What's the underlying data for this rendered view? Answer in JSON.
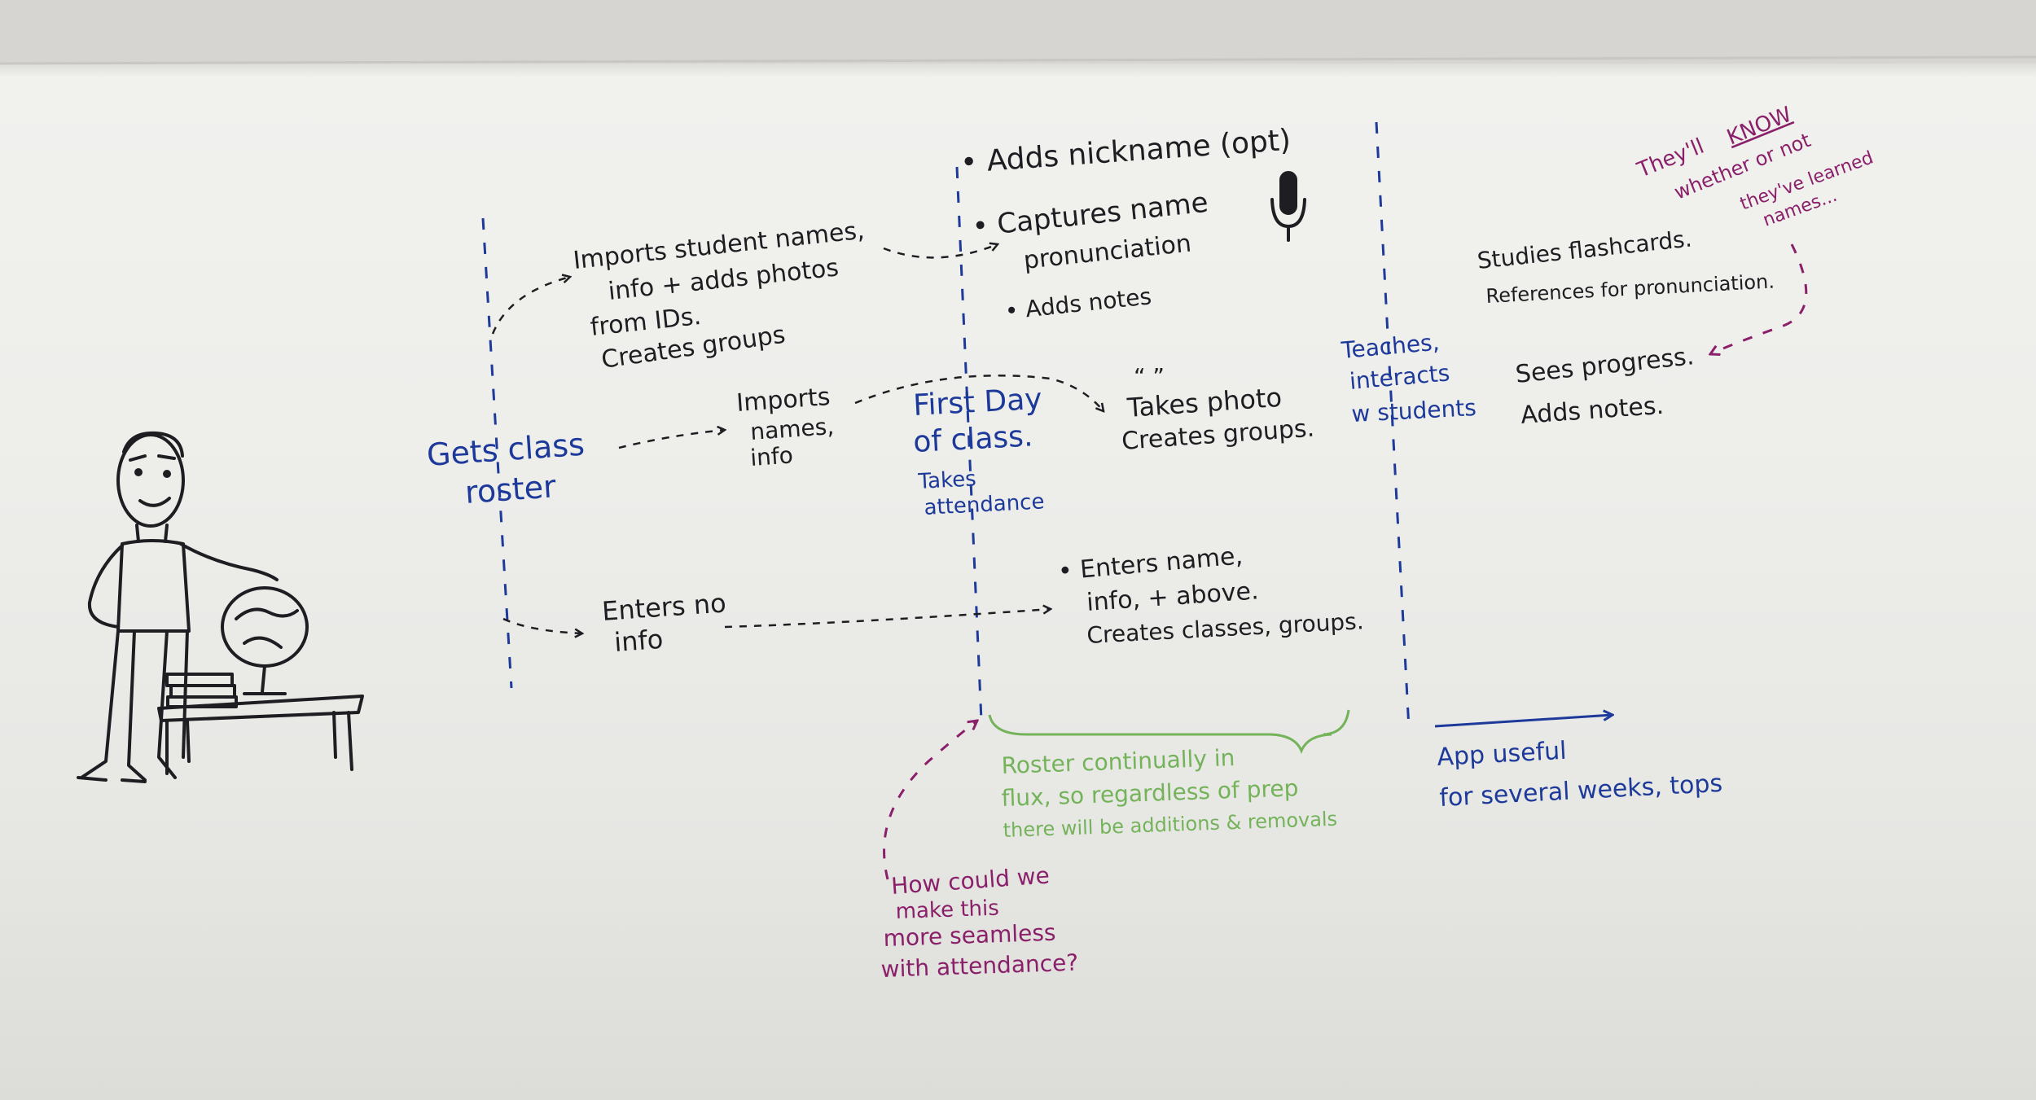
{
  "colors": {
    "black": "#1e1e22",
    "blue": "#1d3a9a",
    "green": "#74b35a",
    "purple": "#8a1f6a",
    "board": "#eeeeeb"
  },
  "figure": {
    "icon": "teacher-with-globe-and-desk-drawing"
  },
  "lane_top": {
    "imports_photos": [
      "Imports student names,",
      "info + adds photos",
      "from IDs.",
      "Creates groups"
    ],
    "adds_nickname": "• Adds nickname (opt)",
    "captures": [
      "• Captures name",
      "pronunciation"
    ],
    "mic_icon": "microphone-icon",
    "adds_notes": "• Adds notes"
  },
  "lane_middle": {
    "gets_roster": [
      "Gets class",
      "roster"
    ],
    "imports": [
      "Imports",
      "names,",
      "info"
    ],
    "first_day": [
      "First Day",
      "of class."
    ],
    "takes_attendance": [
      "Takes",
      "attendance"
    ],
    "quote_mark": "“ ”",
    "takes_photo": [
      "Takes photo",
      "Creates groups."
    ],
    "teaches": [
      "Teaches,",
      "interacts",
      "w students"
    ],
    "studies": [
      "Studies flashcards.",
      "References for pronunciation."
    ],
    "sees_progress": [
      "Sees progress.",
      "Adds notes."
    ]
  },
  "lane_bottom": {
    "enters_no_info": [
      "Enters no",
      "info"
    ],
    "enters_name": [
      "• Enters name,",
      "info, + above.",
      "Creates classes, groups."
    ]
  },
  "annotations": {
    "roster_flux": [
      "Roster continually in",
      "flux, so regardless of prep",
      "there will be additions & removals"
    ],
    "app_useful": [
      "App useful",
      "for several weeks, tops"
    ],
    "how_could": [
      "How could we",
      "make this",
      "more seamless",
      "with attendance?"
    ],
    "theyll_know": [
      "They'll",
      "KNOW",
      "whether or not",
      "they've learned",
      "names..."
    ]
  }
}
